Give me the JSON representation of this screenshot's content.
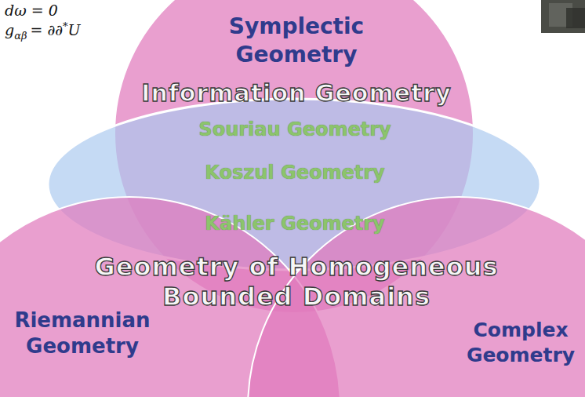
{
  "diagram": {
    "nodes": [
      {
        "text": [
          "Symplectic Geometry"
        ]
      },
      {
        "text": [
          "Information Geometry",
          "Souriau Geometry",
          "Koszul Geometry",
          "Kähler Geometry"
        ]
      },
      {
        "text": [
          "Riemannian Geometry"
        ]
      },
      {
        "text": [
          "Complex Geometry"
        ]
      }
    ],
    "labels": [
      "dω = 0",
      "g",
      "αβ",
      "= ∂∂",
      "*",
      "U",
      "Geometry of Homogeneous Bounded Domains"
    ]
  }
}
